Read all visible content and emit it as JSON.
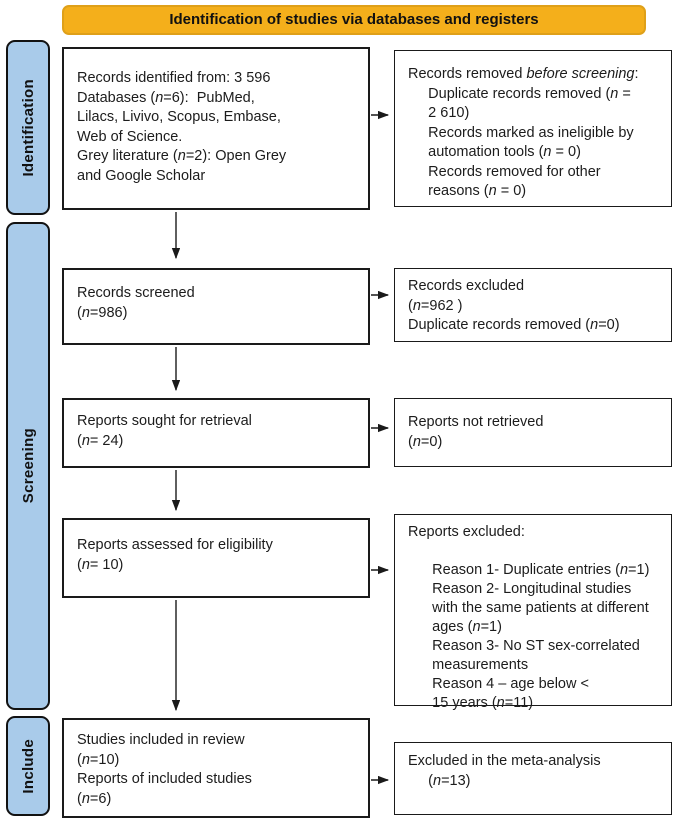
{
  "banner": {
    "lines": [
      [
        [
          "Identification of studies "
        ],
        [
          "via",
          1
        ],
        [
          " databases and registers"
        ]
      ]
    ]
  },
  "stages": [
    {
      "label": "Identification"
    },
    {
      "label": "Screening"
    },
    {
      "label": "Include"
    }
  ],
  "boxes": {
    "records_identified": {
      "lines": [
        [
          [
            "Records identified from: 3 596"
          ]
        ],
        [
          [
            "Databases ("
          ],
          [
            "n",
            1
          ],
          [
            "=6):  PubMed,"
          ]
        ],
        [
          [
            "Lilacs, Livivo, Scopus, Embase,"
          ]
        ],
        [
          [
            "Web of Science."
          ]
        ],
        [
          [
            "Grey literature ("
          ],
          [
            "n",
            1
          ],
          [
            "=2): Open Grey"
          ]
        ],
        [
          [
            "and Google Scholar"
          ]
        ]
      ]
    },
    "records_removed": {
      "lines": [
        [
          [
            "Records removed "
          ],
          [
            "before screening",
            1
          ],
          [
            ":"
          ]
        ],
        [
          [
            "     Duplicate records removed ("
          ],
          [
            "n",
            1
          ],
          [
            " ="
          ]
        ],
        [
          [
            "     2 610)"
          ]
        ],
        [
          [
            "     Records marked as ineligible by"
          ]
        ],
        [
          [
            "     automation tools ("
          ],
          [
            "n",
            1
          ],
          [
            " = 0)"
          ]
        ],
        [
          [
            "     Records removed for other"
          ]
        ],
        [
          [
            "     reasons ("
          ],
          [
            "n",
            1
          ],
          [
            " = 0)"
          ]
        ]
      ]
    },
    "records_screened": {
      "lines": [
        [
          [
            "Records screened"
          ]
        ],
        [
          [
            "("
          ],
          [
            "n",
            1
          ],
          [
            "=986)"
          ]
        ]
      ]
    },
    "records_excluded": {
      "lines": [
        [
          [
            "Records excluded"
          ]
        ],
        [
          [
            "("
          ],
          [
            "n",
            1
          ],
          [
            "=962 )"
          ]
        ],
        [
          [
            "Duplicate records removed ("
          ],
          [
            "n",
            1
          ],
          [
            "=0)"
          ]
        ]
      ]
    },
    "reports_sought": {
      "lines": [
        [
          [
            "Reports sought for retrieval"
          ]
        ],
        [
          [
            "("
          ],
          [
            "n",
            1
          ],
          [
            "= 24)"
          ]
        ]
      ]
    },
    "reports_not_retrieved": {
      "lines": [
        [
          [
            "Reports not retrieved"
          ]
        ],
        [
          [
            "("
          ],
          [
            "n",
            1
          ],
          [
            "=0)"
          ]
        ]
      ]
    },
    "reports_assessed": {
      "lines": [
        [
          [
            "Reports assessed for eligibility"
          ]
        ],
        [
          [
            "("
          ],
          [
            "n",
            1
          ],
          [
            "= 10)"
          ]
        ]
      ]
    },
    "reports_excluded": {
      "lines": [
        [
          [
            "Reports excluded:"
          ]
        ],
        [
          [
            ""
          ]
        ],
        [
          [
            "      Reason 1- Duplicate entries ("
          ],
          [
            "n",
            1
          ],
          [
            "=1)"
          ]
        ],
        [
          [
            "      Reason 2- Longitudinal studies"
          ]
        ],
        [
          [
            "      with the same patients at different"
          ]
        ],
        [
          [
            "      ages ("
          ],
          [
            "n",
            1
          ],
          [
            "=1)"
          ]
        ],
        [
          [
            "      Reason 3- No ST sex-correlated"
          ]
        ],
        [
          [
            "      measurements"
          ]
        ],
        [
          [
            "      Reason 4 – age below <"
          ]
        ],
        [
          [
            "      15 years ("
          ],
          [
            "n",
            1
          ],
          [
            "=11)"
          ]
        ]
      ]
    },
    "studies_included": {
      "lines": [
        [
          [
            "Studies included in review"
          ]
        ],
        [
          [
            "("
          ],
          [
            "n",
            1
          ],
          [
            "=10)"
          ]
        ],
        [
          [
            "Reports of included studies"
          ]
        ],
        [
          [
            "("
          ],
          [
            "n",
            1
          ],
          [
            "=6)"
          ]
        ]
      ]
    },
    "excluded_meta": {
      "lines": [
        [
          [
            "Excluded in the meta-analysis"
          ]
        ],
        [
          [
            "     ("
          ],
          [
            "n",
            1
          ],
          [
            "=13)"
          ]
        ]
      ]
    }
  },
  "colors": {
    "banner_fill": "#F4AF1B",
    "banner_border": "#DFA019",
    "stage_fill": "#A9CBEA",
    "box_border": "#1a1a1a",
    "arrow": "#1a1a1a",
    "text": "#1c1c1c"
  }
}
